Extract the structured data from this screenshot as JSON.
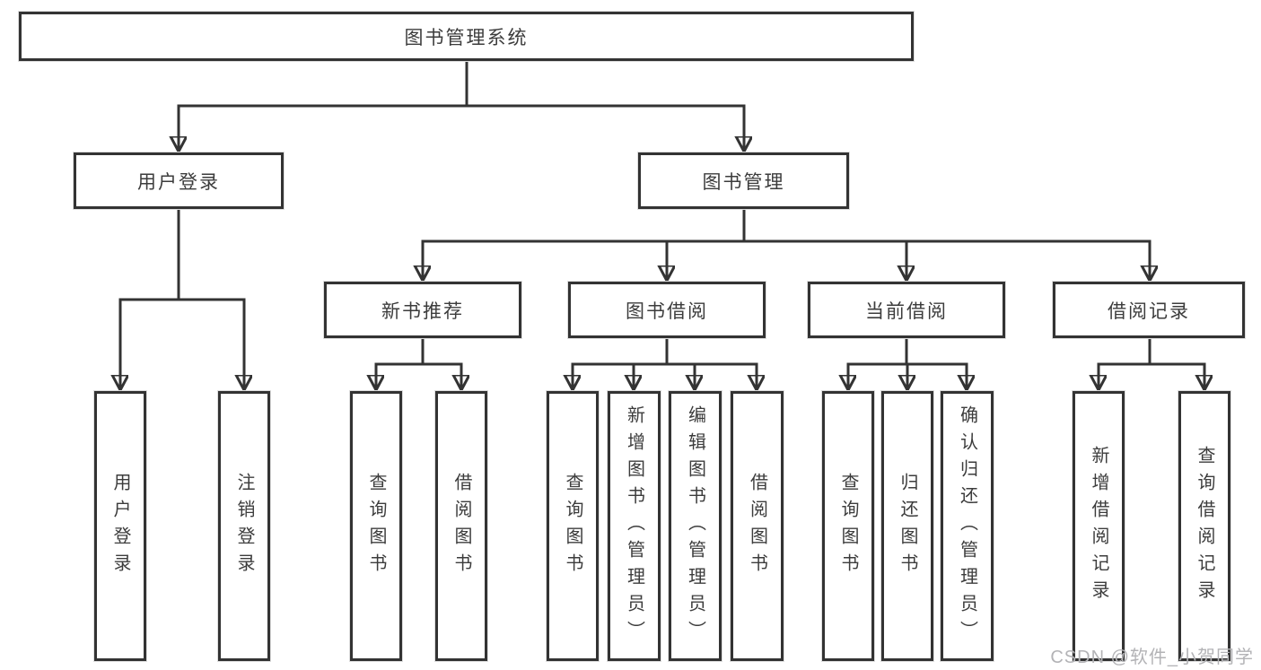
{
  "tree": {
    "root": {
      "label": "图书管理系统",
      "children": [
        {
          "label": "用户登录",
          "children": [
            {
              "label": "用户登录"
            },
            {
              "label": "注销登录"
            }
          ]
        },
        {
          "label": "图书管理",
          "children": [
            {
              "label": "新书推荐",
              "children": [
                {
                  "label": "查询图书"
                },
                {
                  "label": "借阅图书"
                }
              ]
            },
            {
              "label": "图书借阅",
              "children": [
                {
                  "label": "查询图书"
                },
                {
                  "label": "新增图书（管理员）"
                },
                {
                  "label": "编辑图书（管理员）"
                },
                {
                  "label": "借阅图书"
                }
              ]
            },
            {
              "label": "当前借阅",
              "children": [
                {
                  "label": "查询图书"
                },
                {
                  "label": "归还图书"
                },
                {
                  "label": "确认归还（管理员）"
                }
              ]
            },
            {
              "label": "借阅记录",
              "children": [
                {
                  "label": "新增借阅记录"
                },
                {
                  "label": "查询借阅记录"
                }
              ]
            }
          ]
        }
      ]
    }
  },
  "watermark": {
    "text": "CSDN @软件_小贺同学"
  },
  "colors": {
    "line": "#333333",
    "box_border": "#333333",
    "box_fill": "#ffffff",
    "text": "#3c3c3c",
    "background": "#ffffff",
    "watermark_text": "#b3b3b6"
  }
}
